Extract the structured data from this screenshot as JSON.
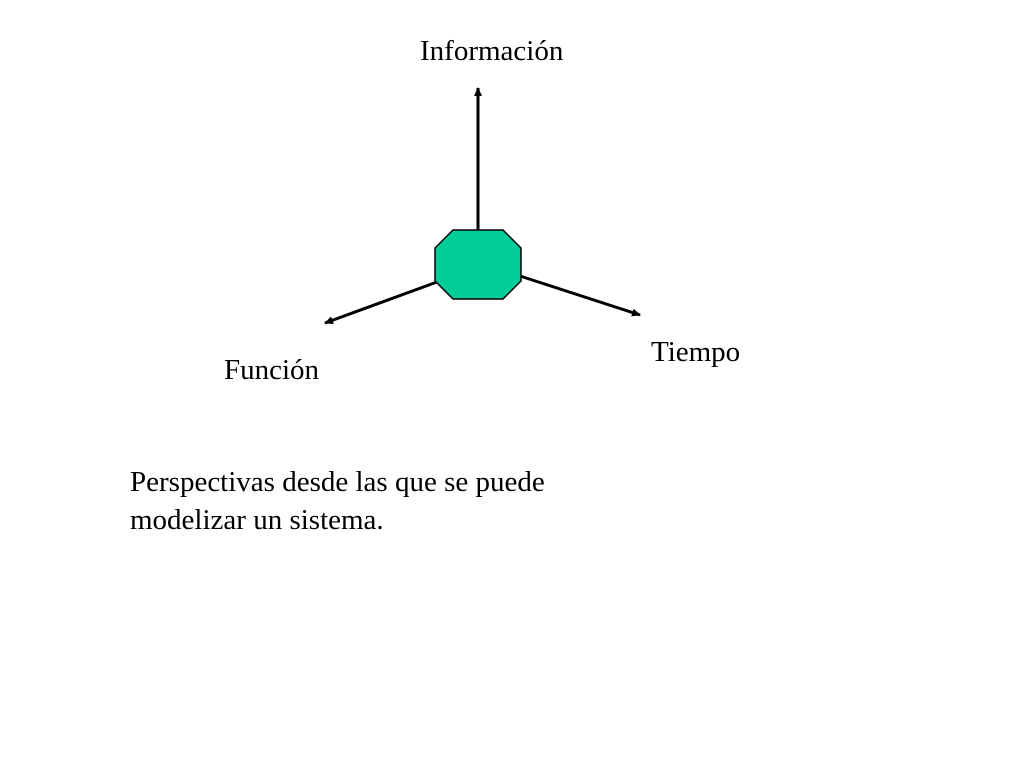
{
  "diagram": {
    "axes": {
      "top": "Información",
      "right": "Tiempo",
      "left": "Función"
    },
    "center_shape": "octagon",
    "center_fill": "#00cc99",
    "line_color": "#000000"
  },
  "caption": {
    "line1": "Perspectivas desde las que se puede",
    "line2": "modelizar un sistema."
  }
}
